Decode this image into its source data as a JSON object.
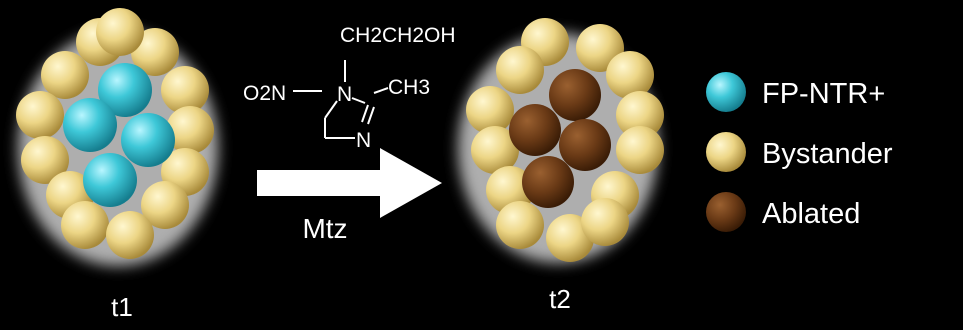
{
  "labels": {
    "t1": "t1",
    "t2": "t2",
    "drug": "Mtz"
  },
  "structure": {
    "side_chain": "CH2CH2OH",
    "nitro": "O2N",
    "ring_n1": "N",
    "ring_n3": "N",
    "methyl": "CH3"
  },
  "legend": [
    {
      "label": "FP-NTR+",
      "color": "#3ec8d8"
    },
    {
      "label": "Bystander",
      "color": "#ecd585"
    },
    {
      "label": "Ablated",
      "color": "#6a3a16"
    }
  ],
  "colors": {
    "fp_ntr": "#3ec8d8",
    "bystander": "#ecd585",
    "ablated": "#6a3a16",
    "arrow": "#ffffff",
    "background": "#000000"
  }
}
